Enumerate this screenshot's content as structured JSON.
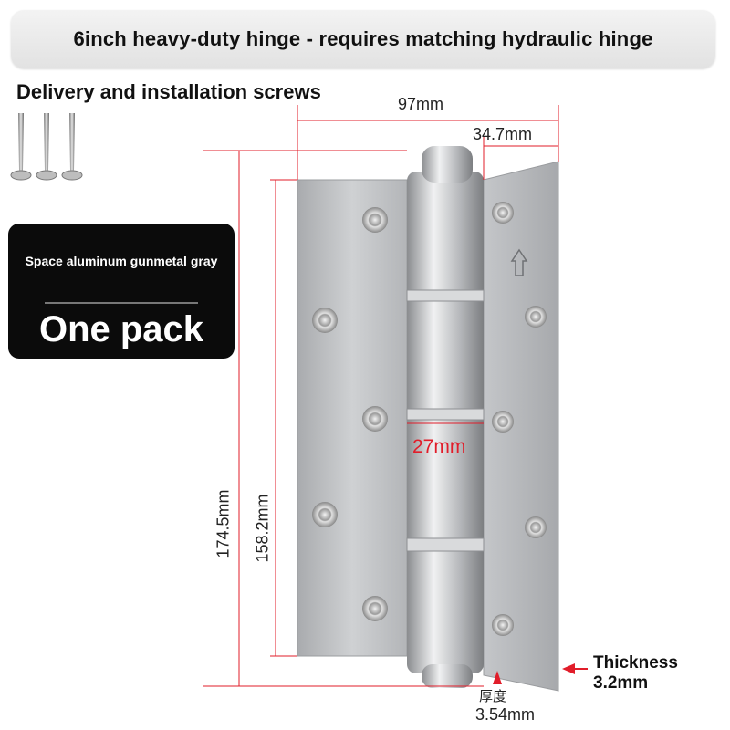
{
  "banner": {
    "title": "6inch heavy-duty hinge - requires matching hydraulic hinge"
  },
  "delivery": {
    "label": "Delivery and installation screws"
  },
  "variant": {
    "color": "Space aluminum gunmetal gray",
    "pack": "One pack"
  },
  "dimensions": {
    "width_total": "97mm",
    "leaf_width": "34.7mm",
    "height_total": "174.5mm",
    "height_leaf": "158.2mm",
    "barrel_diameter": "27mm",
    "thickness_label": "Thickness",
    "thickness_value": "3.2mm",
    "gap_label_cn": "厚度",
    "gap_value": "3.54mm"
  },
  "colors": {
    "accent_red": "#e11d2a",
    "metal": "#bfc1c4",
    "banner_bg": "#e6e6e6",
    "pack_bg": "#0b0b0b"
  }
}
